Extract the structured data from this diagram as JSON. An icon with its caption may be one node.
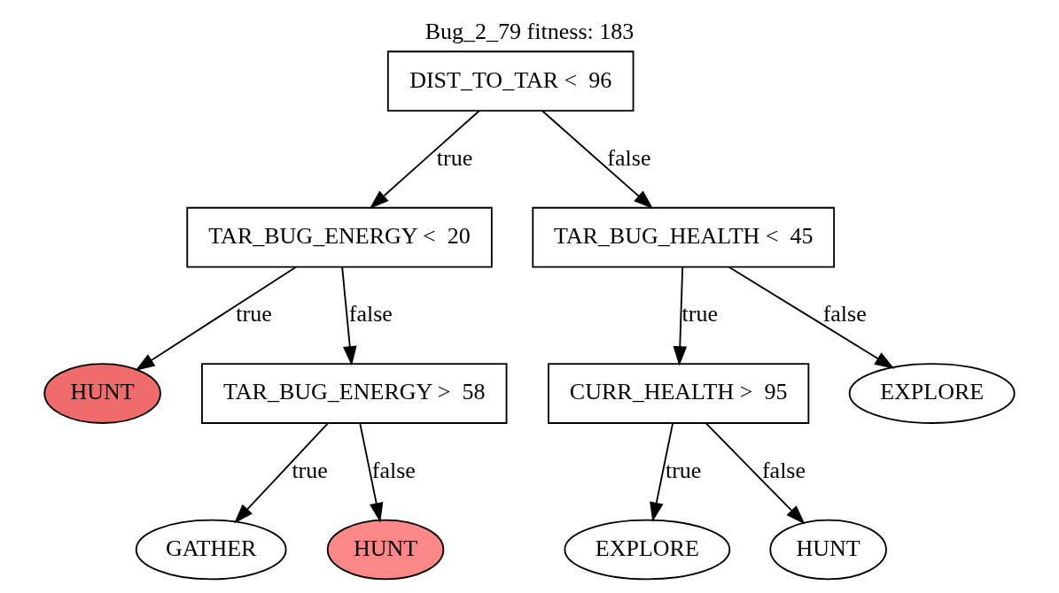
{
  "diagram": {
    "title": "Bug_2_79 fitness: 183",
    "nodes": [
      {
        "text": [
          "DIST_TO_TAR <  96"
        ]
      },
      {
        "text": [
          "TAR_BUG_ENERGY <  20"
        ]
      },
      {
        "text": [
          "TAR_BUG_HEALTH <  45"
        ]
      },
      {
        "text": [
          "HUNT"
        ]
      },
      {
        "text": [
          "TAR_BUG_ENERGY >  58"
        ]
      },
      {
        "text": [
          "CURR_HEALTH >  95"
        ]
      },
      {
        "text": [
          "EXPLORE"
        ]
      },
      {
        "text": [
          "GATHER"
        ]
      },
      {
        "text": [
          "HUNT"
        ]
      },
      {
        "text": [
          "EXPLORE"
        ]
      },
      {
        "text": [
          "HUNT"
        ]
      }
    ],
    "edges": [
      {
        "from": 0,
        "to": 1,
        "arrow": "to",
        "label": "true"
      },
      {
        "from": 0,
        "to": 2,
        "arrow": "to",
        "label": "false"
      },
      {
        "from": 1,
        "to": 3,
        "arrow": "to",
        "label": "true"
      },
      {
        "from": 1,
        "to": 4,
        "arrow": "to",
        "label": "false"
      },
      {
        "from": 2,
        "to": 5,
        "arrow": "to",
        "label": "true"
      },
      {
        "from": 2,
        "to": 6,
        "arrow": "to",
        "label": "false"
      },
      {
        "from": 4,
        "to": 7,
        "arrow": "to",
        "label": "true"
      },
      {
        "from": 4,
        "to": 8,
        "arrow": "to",
        "label": "false"
      },
      {
        "from": 5,
        "to": 9,
        "arrow": "to",
        "label": "true"
      },
      {
        "from": 5,
        "to": 10,
        "arrow": "to",
        "label": "false"
      }
    ]
  }
}
